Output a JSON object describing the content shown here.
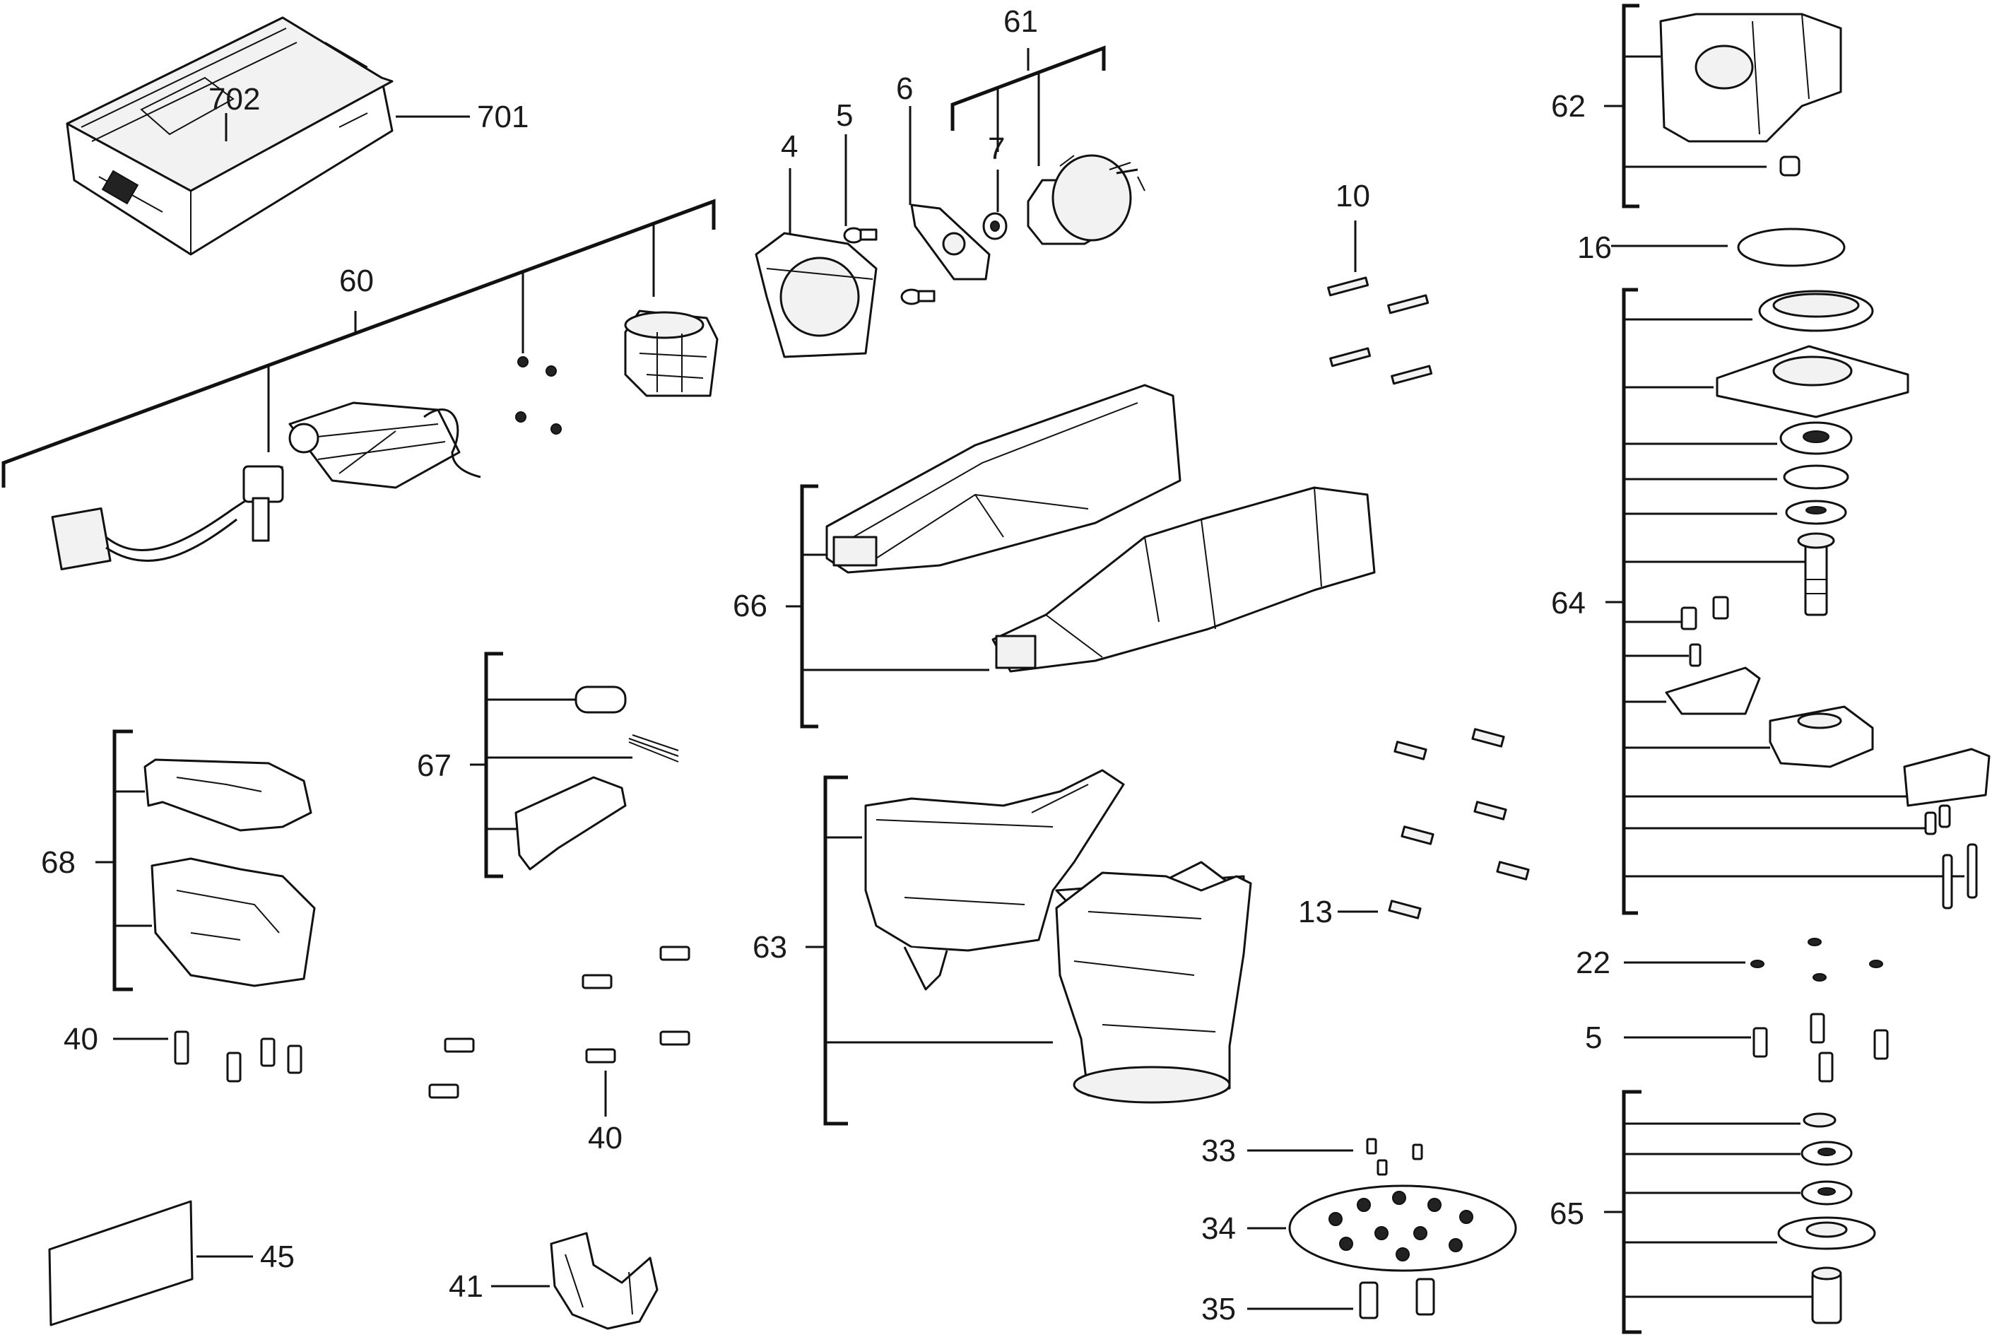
{
  "diagram": {
    "callouts": {
      "c701": "701",
      "c702": "702",
      "c60": "60",
      "c4": "4",
      "c5a": "5",
      "c6": "6",
      "c7": "7",
      "c61": "61",
      "c62": "62",
      "c16": "16",
      "c10": "10",
      "c64": "64",
      "c66": "66",
      "c67": "67",
      "c68": "68",
      "c63": "63",
      "c13": "13",
      "c22": "22",
      "c5b": "5",
      "c40a": "40",
      "c40b": "40",
      "c33": "33",
      "c34": "34",
      "c65": "65",
      "c45": "45",
      "c41": "41",
      "c35": "35"
    }
  }
}
